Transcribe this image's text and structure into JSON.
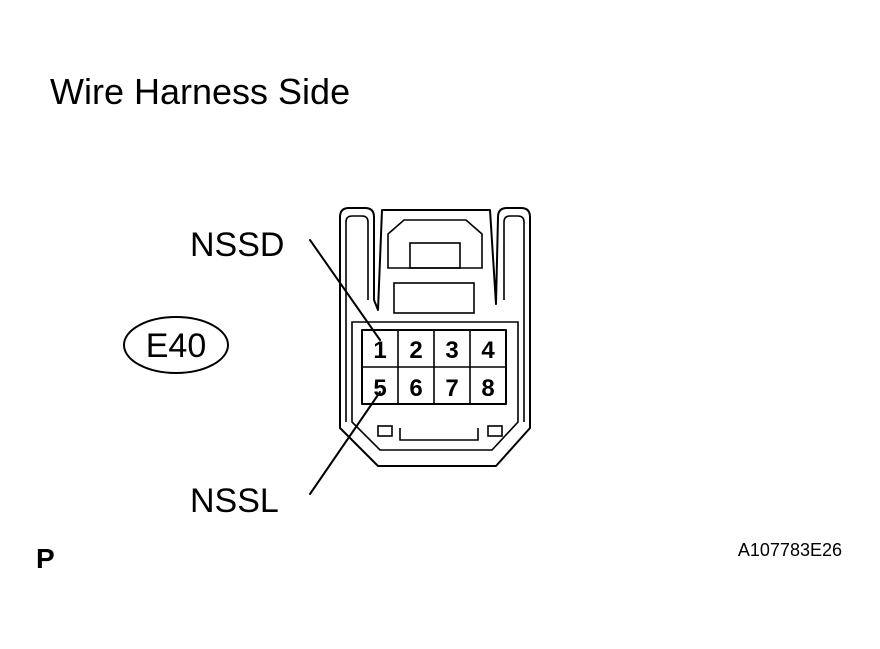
{
  "title": "Wire Harness Side",
  "connector": {
    "code": "E40",
    "pins": [
      "1",
      "2",
      "3",
      "4",
      "5",
      "6",
      "7",
      "8"
    ],
    "labels": {
      "top": "NSSD",
      "bottom": "NSSL"
    }
  },
  "footer": {
    "left_mark": "P",
    "figure_id": "A107783E26"
  },
  "colors": {
    "line": "#000000",
    "background": "#ffffff"
  }
}
